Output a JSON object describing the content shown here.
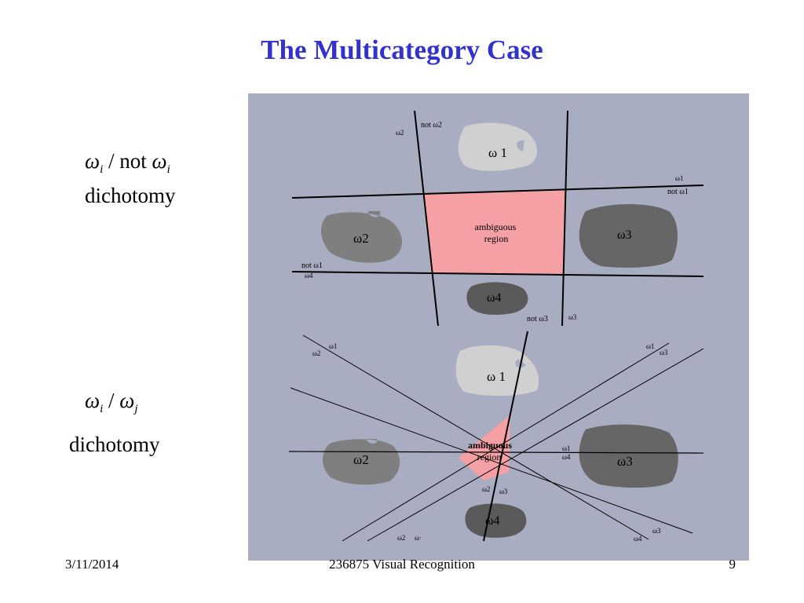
{
  "slide": {
    "title": "The Multicategory Case",
    "label_top": {
      "w1": "ω",
      "sub1": "i",
      "mid": " / not ",
      "w2": "ω",
      "sub2": "i",
      "line2": "dichotomy"
    },
    "label_bottom": {
      "w1": "ω",
      "sub1": "i",
      "mid": " / ",
      "w2": "ω",
      "sub2": "j",
      "line2": "dichotomy"
    }
  },
  "figure": {
    "top_panel": {
      "blobs": {
        "w1": "ω 1",
        "w2": "ω2",
        "w3": "ω3",
        "w4": "ω4"
      },
      "region": {
        "line1": "ambiguous",
        "line2": "region"
      },
      "line_labels": {
        "w2_left": "ω2",
        "not_w2": "not ω2",
        "w1_right": "ω1",
        "not_w1_right": "not ω1",
        "not_w1_left": "not ω1",
        "w4_left": "ω4",
        "not_w3": "not ω3",
        "w3_bottom": "ω3"
      }
    },
    "bottom_panel": {
      "blobs": {
        "w1": "ω 1",
        "w2": "ω2",
        "w3": "ω3",
        "w4": "ω4"
      },
      "region": {
        "line1": "ambiguous",
        "line2": "region"
      },
      "line_labels": {
        "tl_w1": "ω1",
        "tl_w2": "ω2",
        "tr_w1": "ω1",
        "tr_w3": "ω3",
        "mid_w1": "ω1",
        "mid_w4": "ω4",
        "center_w2": "ω2",
        "center_w3": "ω3",
        "br_w3": "ω3",
        "br_w4": "ω4",
        "bl_w2": "ω2",
        "bl_w4": "ω·"
      }
    },
    "colors": {
      "panel_bg": "#a9adc1",
      "region": "#f4a0a4",
      "blob_light": "#d0d0d0",
      "blob_mid": "#7f7f7f",
      "blob_dark": "#666666",
      "blob_darker": "#5a5a5a"
    }
  },
  "footer": {
    "date": "3/11/2014",
    "course": "236875 Visual Recognition",
    "page": "9"
  }
}
